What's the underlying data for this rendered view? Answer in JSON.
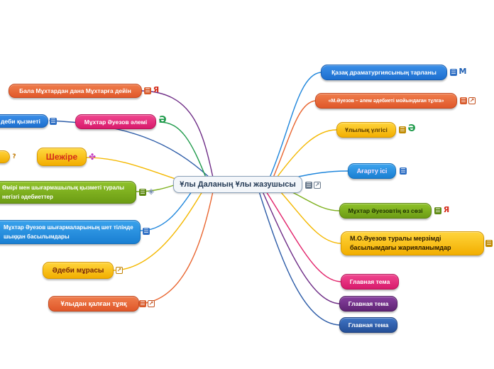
{
  "center": {
    "title": "Ұлы Даланың Ұлы жазушысы"
  },
  "left_topics": [
    {
      "label": "Бала Мұхтардан дана Мұхтарға дейін"
    },
    {
      "label": "деби қызметі"
    },
    {
      "label": "Мұхтар Әуезов әлемі"
    },
    {
      "label": "Шежіре"
    },
    {
      "label": "Өмірі мен шығармашылық  қызметі туралы негізгі әдебиеттер"
    },
    {
      "label": "Мұхтар Әуезов шығармаларының шет тілінде шыққан басылымдары"
    },
    {
      "label": "Әдеби мұрасы"
    },
    {
      "label": "Ұлыдан қалған тұяқ"
    }
  ],
  "right_topics": [
    {
      "label": "Қазақ драматургиясының тарланы"
    },
    {
      "label": "«М.Әуезов – әлем әдебиеті мойындаған тұлға»"
    },
    {
      "label": "Ұлылық үлгісі"
    },
    {
      "label": "Ағарту ісі"
    },
    {
      "label": "Мұхтар Әуезовтің өз сөзі"
    },
    {
      "label": "М.О.Әуезов туралы мерзімді басылымдағы  жарияланымдар"
    },
    {
      "label": "Главная тема"
    },
    {
      "label": "Главная тема"
    },
    {
      "label": "Главная тема"
    }
  ],
  "icon_glyphs": {
    "question": "?",
    "ya": "Я",
    "gn": "Ә",
    "mk": "M",
    "diamond": "◈",
    "puzzle": "✤"
  },
  "colors": {
    "orange_red": "#e9652f",
    "blue": "#1f86dc",
    "magenta": "#e3227a",
    "yellow": "#f4b800",
    "green": "#7db01d",
    "crimson": "#e2226a",
    "purple": "#6e2c86",
    "navy": "#2e5da8"
  }
}
